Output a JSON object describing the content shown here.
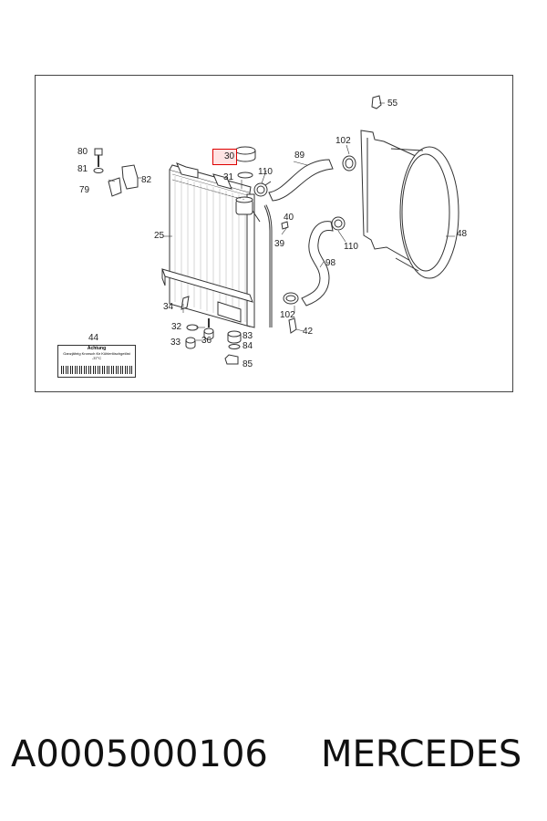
{
  "diagram": {
    "highlighted_callout": "30",
    "callouts": {
      "c80": "80",
      "c81": "81",
      "c79": "79",
      "c82": "82",
      "c30": "30",
      "c31": "31",
      "c110a": "110",
      "c89": "89",
      "c102a": "102",
      "c55": "55",
      "c48": "48",
      "c25": "25",
      "c40": "40",
      "c39": "39",
      "c110b": "110",
      "c98": "98",
      "c102b": "102",
      "c42": "42",
      "c34": "34",
      "c32": "32",
      "c33": "33",
      "c36": "36",
      "c83": "83",
      "c84": "84",
      "c85": "85",
      "c44": "44"
    },
    "warning_label": {
      "title": "Achtung",
      "line1": "Ganzjährig Kronsch für Kühlerlöschgelöst",
      "line2": "-37°C"
    },
    "colors": {
      "line": "#333333",
      "highlight_border": "#dd0000",
      "highlight_fill": "#ffe3e3"
    }
  },
  "footer": {
    "part_number": "A0005000106",
    "brand": "MERCEDES"
  }
}
